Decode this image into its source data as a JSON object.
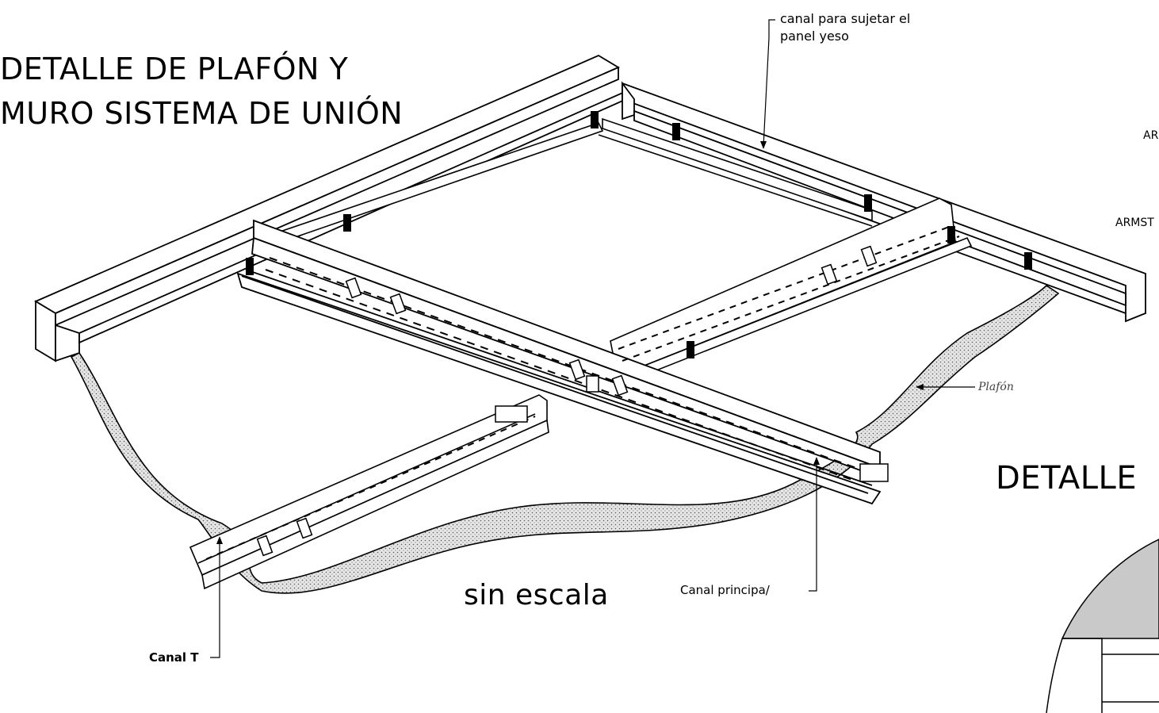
{
  "title_line1": "DETALLE DE PLAFÓN Y",
  "title_line2": "MURO SISTEMA DE UNIÓN",
  "right_title": "DETALLE",
  "scale_note": "sin escala",
  "callouts": {
    "canal_panel_line1": "canal para sujetar el",
    "canal_panel_line2": "panel yeso",
    "plafon": "Plafón",
    "canal_principal": "Canal principa/",
    "canal_t": "Canal T",
    "clip_ar": "AR",
    "clip_armst": "ARMST"
  },
  "colors": {
    "line": "#000000",
    "hatch_fill": "#d6d6d6",
    "detail_fill": "#c9c9c9"
  }
}
